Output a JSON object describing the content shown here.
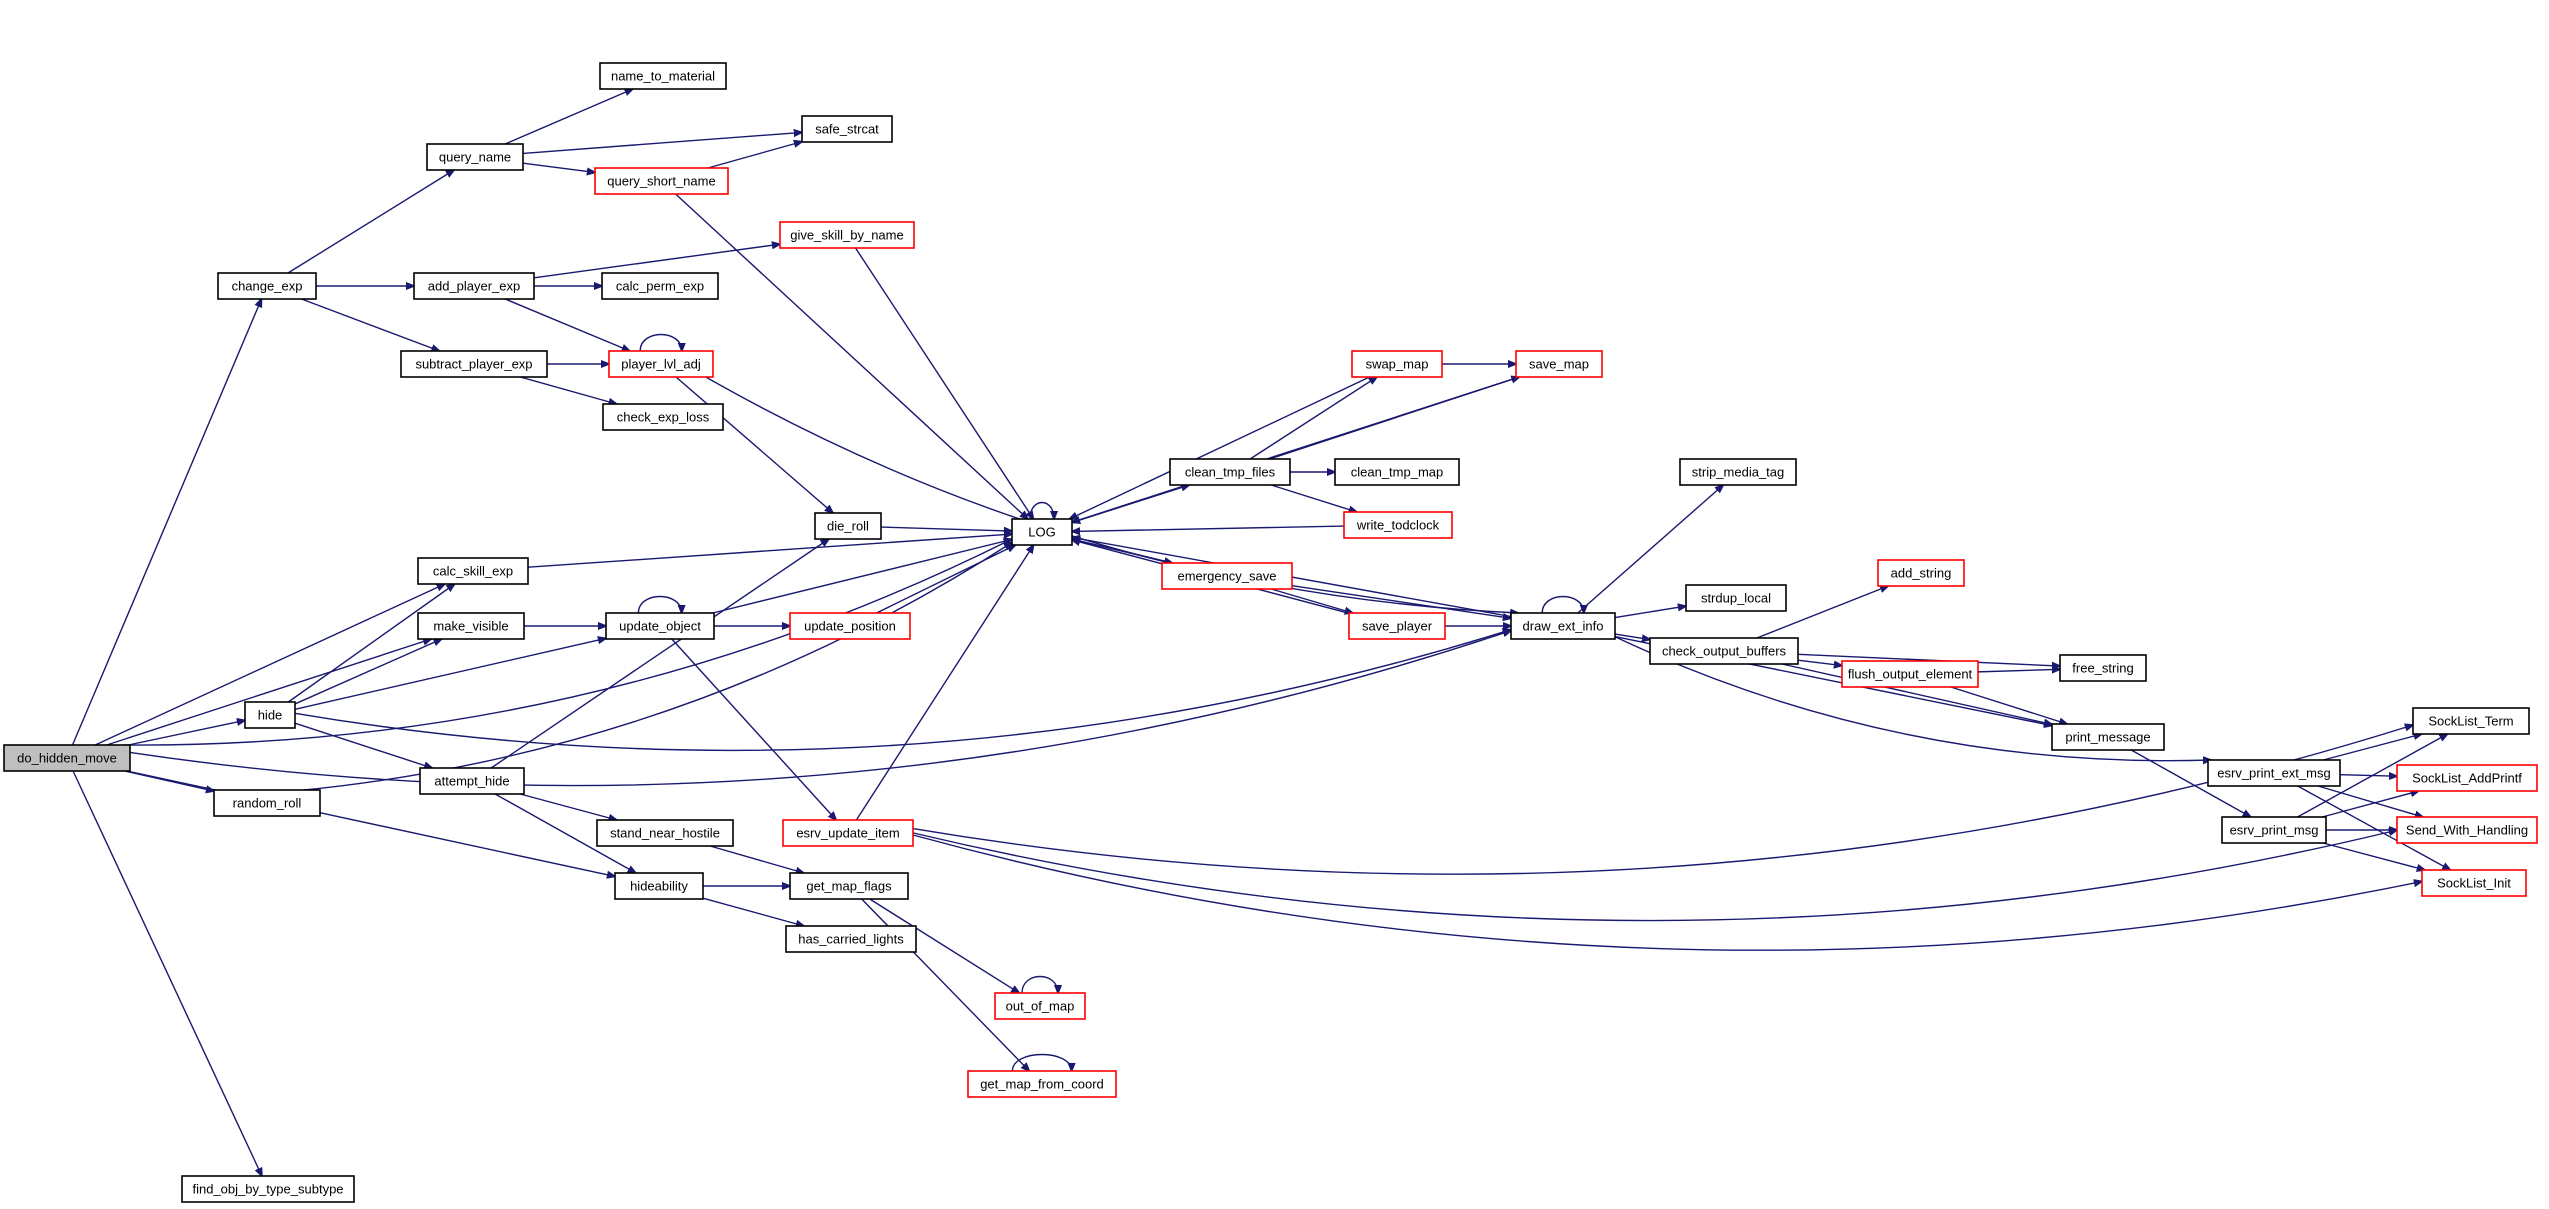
{
  "colors": {
    "edge": "#191970",
    "node_border": "#000000",
    "node_border_truncated": "#ff0000",
    "root_fill": "#bfbfbf",
    "background": "#ffffff"
  },
  "nodes": [
    {
      "id": "do_hidden_move",
      "label": "do_hidden_move",
      "style": "root"
    },
    {
      "id": "change_exp",
      "label": "change_exp",
      "style": "black"
    },
    {
      "id": "calc_skill_exp",
      "label": "calc_skill_exp",
      "style": "black"
    },
    {
      "id": "make_visible",
      "label": "make_visible",
      "style": "black"
    },
    {
      "id": "hide",
      "label": "hide",
      "style": "black"
    },
    {
      "id": "random_roll",
      "label": "random_roll",
      "style": "black"
    },
    {
      "id": "find_obj_by_type_subtype",
      "label": "find_obj_by_type_subtype",
      "style": "black"
    },
    {
      "id": "query_name",
      "label": "query_name",
      "style": "black"
    },
    {
      "id": "add_player_exp",
      "label": "add_player_exp",
      "style": "black"
    },
    {
      "id": "subtract_player_exp",
      "label": "subtract_player_exp",
      "style": "black"
    },
    {
      "id": "attempt_hide",
      "label": "attempt_hide",
      "style": "black"
    },
    {
      "id": "hideability",
      "label": "hideability",
      "style": "black"
    },
    {
      "id": "name_to_material",
      "label": "name_to_material",
      "style": "black"
    },
    {
      "id": "safe_strcat",
      "label": "safe_strcat",
      "style": "black"
    },
    {
      "id": "query_short_name",
      "label": "query_short_name",
      "style": "red"
    },
    {
      "id": "give_skill_by_name",
      "label": "give_skill_by_name",
      "style": "red"
    },
    {
      "id": "calc_perm_exp",
      "label": "calc_perm_exp",
      "style": "black"
    },
    {
      "id": "player_lvl_adj",
      "label": "player_lvl_adj",
      "style": "red"
    },
    {
      "id": "check_exp_loss",
      "label": "check_exp_loss",
      "style": "black"
    },
    {
      "id": "die_roll",
      "label": "die_roll",
      "style": "black"
    },
    {
      "id": "update_object",
      "label": "update_object",
      "style": "black"
    },
    {
      "id": "update_position",
      "label": "update_position",
      "style": "red"
    },
    {
      "id": "stand_near_hostile",
      "label": "stand_near_hostile",
      "style": "black"
    },
    {
      "id": "esrv_update_item",
      "label": "esrv_update_item",
      "style": "red"
    },
    {
      "id": "get_map_flags",
      "label": "get_map_flags",
      "style": "black"
    },
    {
      "id": "has_carried_lights",
      "label": "has_carried_lights",
      "style": "black"
    },
    {
      "id": "out_of_map",
      "label": "out_of_map",
      "style": "red"
    },
    {
      "id": "get_map_from_coord",
      "label": "get_map_from_coord",
      "style": "red"
    },
    {
      "id": "LOG",
      "label": "LOG",
      "style": "black"
    },
    {
      "id": "clean_tmp_files",
      "label": "clean_tmp_files",
      "style": "black"
    },
    {
      "id": "swap_map",
      "label": "swap_map",
      "style": "red"
    },
    {
      "id": "save_map",
      "label": "save_map",
      "style": "red"
    },
    {
      "id": "clean_tmp_map",
      "label": "clean_tmp_map",
      "style": "black"
    },
    {
      "id": "write_todclock",
      "label": "write_todclock",
      "style": "red"
    },
    {
      "id": "emergency_save",
      "label": "emergency_save",
      "style": "red"
    },
    {
      "id": "save_player",
      "label": "save_player",
      "style": "red"
    },
    {
      "id": "draw_ext_info",
      "label": "draw_ext_info",
      "style": "black"
    },
    {
      "id": "strip_media_tag",
      "label": "strip_media_tag",
      "style": "black"
    },
    {
      "id": "strdup_local",
      "label": "strdup_local",
      "style": "black"
    },
    {
      "id": "check_output_buffers",
      "label": "check_output_buffers",
      "style": "black"
    },
    {
      "id": "add_string",
      "label": "add_string",
      "style": "red"
    },
    {
      "id": "flush_output_element",
      "label": "flush_output_element",
      "style": "red"
    },
    {
      "id": "free_string",
      "label": "free_string",
      "style": "black"
    },
    {
      "id": "print_message",
      "label": "print_message",
      "style": "black"
    },
    {
      "id": "esrv_print_ext_msg",
      "label": "esrv_print_ext_msg",
      "style": "black"
    },
    {
      "id": "esrv_print_msg",
      "label": "esrv_print_msg",
      "style": "black"
    },
    {
      "id": "SockList_Term",
      "label": "SockList_Term",
      "style": "black"
    },
    {
      "id": "SockList_AddPrintf",
      "label": "SockList_AddPrintf",
      "style": "red"
    },
    {
      "id": "Send_With_Handling",
      "label": "Send_With_Handling",
      "style": "red"
    },
    {
      "id": "SockList_Init",
      "label": "SockList_Init",
      "style": "red"
    }
  ],
  "edges": [
    [
      "do_hidden_move",
      "change_exp"
    ],
    [
      "do_hidden_move",
      "LOG"
    ],
    [
      "do_hidden_move",
      "calc_skill_exp"
    ],
    [
      "do_hidden_move",
      "make_visible"
    ],
    [
      "do_hidden_move",
      "hide"
    ],
    [
      "do_hidden_move",
      "random_roll"
    ],
    [
      "do_hidden_move",
      "hideability"
    ],
    [
      "do_hidden_move",
      "draw_ext_info"
    ],
    [
      "do_hidden_move",
      "find_obj_by_type_subtype"
    ],
    [
      "change_exp",
      "query_name"
    ],
    [
      "change_exp",
      "add_player_exp"
    ],
    [
      "change_exp",
      "subtract_player_exp"
    ],
    [
      "query_name",
      "name_to_material"
    ],
    [
      "query_name",
      "safe_strcat"
    ],
    [
      "query_name",
      "query_short_name"
    ],
    [
      "query_short_name",
      "safe_strcat"
    ],
    [
      "query_short_name",
      "LOG"
    ],
    [
      "add_player_exp",
      "give_skill_by_name"
    ],
    [
      "add_player_exp",
      "calc_perm_exp"
    ],
    [
      "add_player_exp",
      "player_lvl_adj"
    ],
    [
      "subtract_player_exp",
      "player_lvl_adj"
    ],
    [
      "subtract_player_exp",
      "check_exp_loss"
    ],
    [
      "give_skill_by_name",
      "LOG"
    ],
    [
      "player_lvl_adj",
      "player_lvl_adj"
    ],
    [
      "player_lvl_adj",
      "die_roll"
    ],
    [
      "player_lvl_adj",
      "draw_ext_info"
    ],
    [
      "die_roll",
      "LOG"
    ],
    [
      "calc_skill_exp",
      "LOG"
    ],
    [
      "make_visible",
      "update_object"
    ],
    [
      "hide",
      "calc_skill_exp"
    ],
    [
      "hide",
      "make_visible"
    ],
    [
      "hide",
      "update_object"
    ],
    [
      "hide",
      "attempt_hide"
    ],
    [
      "hide",
      "draw_ext_info"
    ],
    [
      "update_object",
      "update_object"
    ],
    [
      "update_object",
      "LOG"
    ],
    [
      "update_object",
      "update_position"
    ],
    [
      "update_object",
      "esrv_update_item"
    ],
    [
      "update_position",
      "LOG"
    ],
    [
      "attempt_hide",
      "die_roll"
    ],
    [
      "attempt_hide",
      "stand_near_hostile"
    ],
    [
      "attempt_hide",
      "hideability"
    ],
    [
      "random_roll",
      "LOG"
    ],
    [
      "stand_near_hostile",
      "get_map_flags"
    ],
    [
      "hideability",
      "get_map_flags"
    ],
    [
      "hideability",
      "has_carried_lights"
    ],
    [
      "get_map_flags",
      "out_of_map"
    ],
    [
      "get_map_flags",
      "get_map_from_coord"
    ],
    [
      "out_of_map",
      "out_of_map"
    ],
    [
      "get_map_from_coord",
      "get_map_from_coord"
    ],
    [
      "esrv_update_item",
      "LOG"
    ],
    [
      "esrv_update_item",
      "SockList_Term"
    ],
    [
      "esrv_update_item",
      "Send_With_Handling"
    ],
    [
      "esrv_update_item",
      "SockList_Init"
    ],
    [
      "LOG",
      "LOG"
    ],
    [
      "LOG",
      "clean_tmp_files"
    ],
    [
      "LOG",
      "emergency_save"
    ],
    [
      "clean_tmp_files",
      "LOG"
    ],
    [
      "clean_tmp_files",
      "swap_map"
    ],
    [
      "clean_tmp_files",
      "save_map"
    ],
    [
      "clean_tmp_files",
      "clean_tmp_map"
    ],
    [
      "clean_tmp_files",
      "write_todclock"
    ],
    [
      "swap_map",
      "LOG"
    ],
    [
      "swap_map",
      "save_map"
    ],
    [
      "save_map",
      "LOG"
    ],
    [
      "write_todclock",
      "LOG"
    ],
    [
      "emergency_save",
      "LOG"
    ],
    [
      "emergency_save",
      "save_player"
    ],
    [
      "emergency_save",
      "draw_ext_info"
    ],
    [
      "save_player",
      "LOG"
    ],
    [
      "save_player",
      "draw_ext_info"
    ],
    [
      "draw_ext_info",
      "draw_ext_info"
    ],
    [
      "draw_ext_info",
      "LOG"
    ],
    [
      "draw_ext_info",
      "strip_media_tag"
    ],
    [
      "draw_ext_info",
      "strdup_local"
    ],
    [
      "draw_ext_info",
      "check_output_buffers"
    ],
    [
      "draw_ext_info",
      "print_message"
    ],
    [
      "draw_ext_info",
      "esrv_print_ext_msg"
    ],
    [
      "check_output_buffers",
      "add_string"
    ],
    [
      "check_output_buffers",
      "flush_output_element"
    ],
    [
      "check_output_buffers",
      "free_string"
    ],
    [
      "check_output_buffers",
      "print_message"
    ],
    [
      "flush_output_element",
      "free_string"
    ],
    [
      "flush_output_element",
      "print_message"
    ],
    [
      "print_message",
      "esrv_print_msg"
    ],
    [
      "esrv_print_ext_msg",
      "SockList_Term"
    ],
    [
      "esrv_print_ext_msg",
      "SockList_AddPrintf"
    ],
    [
      "esrv_print_ext_msg",
      "Send_With_Handling"
    ],
    [
      "esrv_print_ext_msg",
      "SockList_Init"
    ],
    [
      "esrv_print_msg",
      "SockList_Term"
    ],
    [
      "esrv_print_msg",
      "SockList_AddPrintf"
    ],
    [
      "esrv_print_msg",
      "Send_With_Handling"
    ],
    [
      "esrv_print_msg",
      "SockList_Init"
    ]
  ]
}
